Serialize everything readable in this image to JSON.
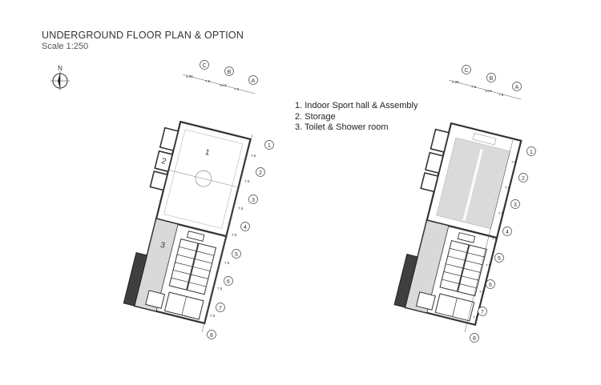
{
  "header": {
    "title": "UNDERGROUND FLOOR PLAN & OPTION",
    "scale": "Scale 1:250"
  },
  "north_arrow": {
    "label": "N",
    "icon": "north-arrow-icon"
  },
  "legend": {
    "items": [
      "1. Indoor Sport hall & Assembly",
      "2. Storage",
      "3. Toilet & Shower room"
    ]
  },
  "plans": [
    {
      "name": "plan-original",
      "column_grid": [
        "C",
        "B",
        "A"
      ],
      "column_dims": [
        "4.25",
        "7.5",
        "14.5",
        "7.5"
      ],
      "row_grid": [
        "1",
        "2",
        "3",
        "4",
        "5",
        "6",
        "7",
        "8"
      ],
      "row_dims": [
        "7.5",
        "7.5",
        "7.5",
        "7.5",
        "7.5",
        "7.5",
        "7.5"
      ],
      "room_labels": [
        "1",
        "2",
        "3"
      ]
    },
    {
      "name": "plan-option",
      "column_grid": [
        "C",
        "B",
        "A"
      ],
      "column_dims": [
        "4.25",
        "7.5",
        "14.5",
        "7.5"
      ],
      "row_grid": [
        "1",
        "2",
        "3",
        "4",
        "5",
        "6",
        "7",
        "8"
      ],
      "row_dims": [
        "7.5",
        "7.5",
        "7.5",
        "7.5",
        "7.5",
        "7.5",
        "7.5"
      ],
      "room_labels": []
    }
  ]
}
